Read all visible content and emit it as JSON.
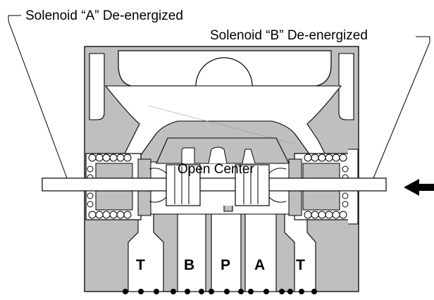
{
  "labels": {
    "solenoid_a": "Solenoid “A” De-energized",
    "solenoid_b": "Solenoid “B” De-energized",
    "center_condition": "Open Center"
  },
  "ports": [
    "T",
    "B",
    "P",
    "A",
    "T"
  ],
  "icons": {
    "flow_arrow": "left-arrow-icon"
  },
  "colors": {
    "body": "#bfbfbf",
    "passage": "#ffffff",
    "line": "#000000"
  }
}
